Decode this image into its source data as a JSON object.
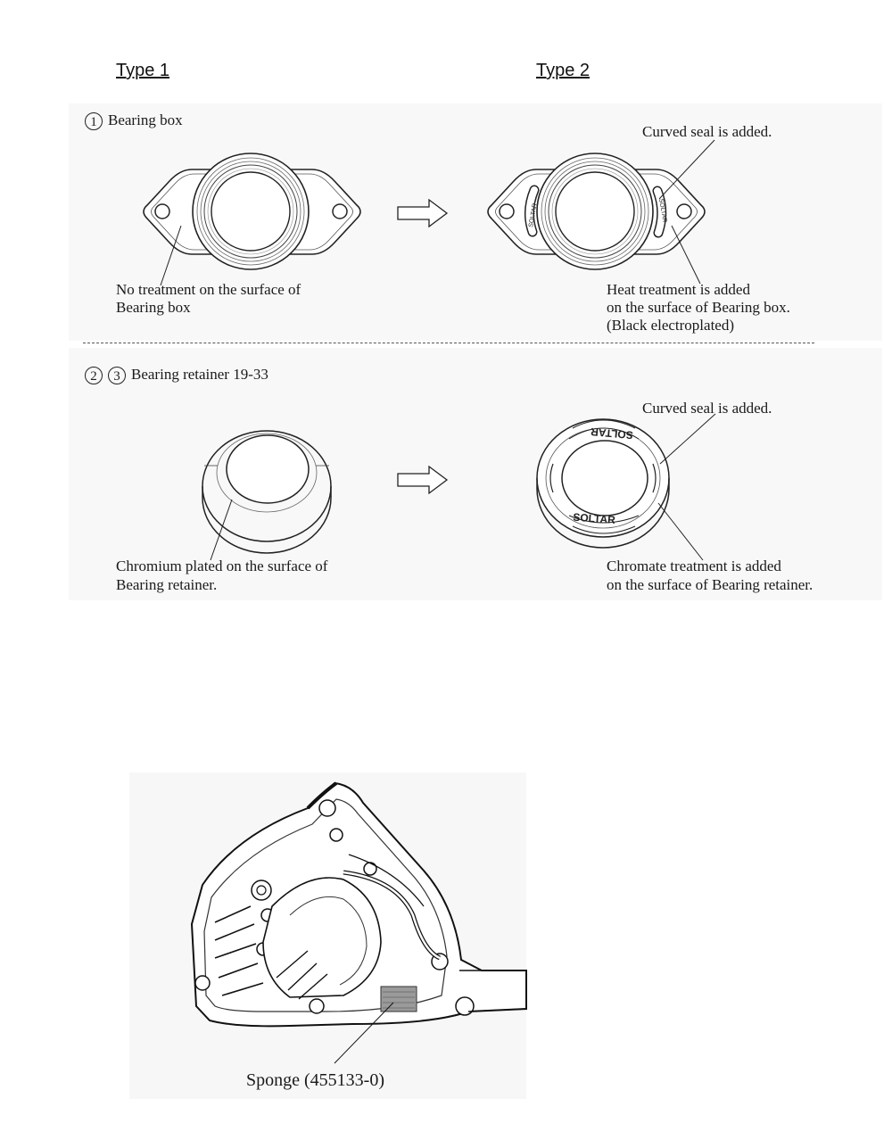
{
  "headers": {
    "type1": "Type 1",
    "type2": "Type 2"
  },
  "section1": {
    "number": "1",
    "title": "Bearing box",
    "type2_callout_top": "Curved seal is added.",
    "type1_note": [
      "No treatment on the surface of",
      "Bearing box"
    ],
    "type2_note": [
      "Heat treatment is added",
      "on the surface of Bearing box.",
      "(Black electroplated)"
    ],
    "seal_text": "SOLTAR"
  },
  "section2": {
    "numbers": [
      "2",
      "3"
    ],
    "title": "Bearing retainer 19-33",
    "type2_callout_top": "Curved seal is added.",
    "type1_note": [
      "Chromium plated on the surface of",
      "Bearing retainer."
    ],
    "type2_note": [
      "Chromate treatment is added",
      "on the surface of Bearing retainer."
    ],
    "seal_text": "SOLTAR"
  },
  "figure": {
    "caption": "Sponge (455133-0)"
  }
}
